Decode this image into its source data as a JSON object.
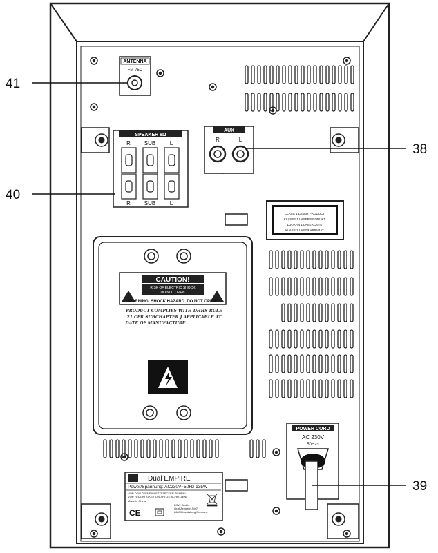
{
  "callouts": {
    "c41": "41",
    "c40": "40",
    "c38": "38",
    "c39": "39"
  },
  "antenna": {
    "title": "ANTENNA",
    "sub": "FM 75Ω"
  },
  "speaker": {
    "title": "SPEAKER 8Ω",
    "top_r": "R",
    "top_sub": "SUB",
    "top_l": "L",
    "bot_r": "R",
    "bot_sub": "SUB",
    "bot_l": "L"
  },
  "aux": {
    "title": "AUX",
    "r": "R",
    "l": "L"
  },
  "laser": {
    "l1": "CLASS 1 LASER PRODUCT",
    "l2": "KLASSE 1 LASER PRODUKT",
    "l3": "LUOKAN 1 LASERLAITE",
    "l4": "KLASS 1 LASER APPARAT"
  },
  "caution": {
    "title": "CAUTION!",
    "l1": "RISK OF ELECTRIC SHOCK",
    "l2": "DO NOT OPEN",
    "warn": "WARNING: SHOCK HAZARD. DO NOT OPEN!"
  },
  "compliance": {
    "l1": "PRODUCT COMPLIES WITH DHHS RULE",
    "l2": "21 CFR SUBCHAPTER J APPLICABLE AT",
    "l3": "DATE OF MANUFACTURE."
  },
  "power": {
    "title": "POWER CORD",
    "l1": "AC 230V",
    "l2": "50Hz~"
  },
  "rating": {
    "brand": "Dual EMPIRE",
    "spec": "Power/Spannung: AC230V~50Hz  135W",
    "w1": "VOR DEM ÖFFNEN NETZSTECKER ZIEHEN!",
    "w2": "VOR FEUCHTIGKEIT UND HITZE SCHÜTZEN!",
    "made": "Made in China",
    "ce": "CE",
    "co1": "DSW Gmbh,",
    "co2": "Graf-Zeppelin-Str.7",
    "co3": "86899 Landsberg/Germany"
  }
}
